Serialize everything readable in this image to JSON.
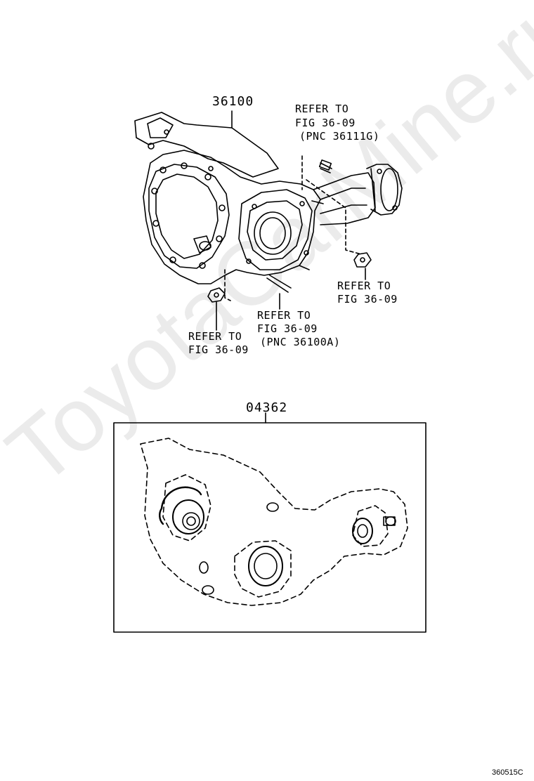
{
  "watermark": "ToyotaCarMine.ru",
  "parts": {
    "main_assembly": "36100",
    "kit": "04362"
  },
  "refers": {
    "top": {
      "line1": "REFER TO",
      "line2": "FIG 36-09",
      "line3": "(PNC 36111G)"
    },
    "right": {
      "line1": "REFER TO",
      "line2": "FIG 36-09"
    },
    "center": {
      "line1": "REFER TO",
      "line2": "FIG 36-09",
      "line3": "(PNC 36100A)"
    },
    "left": {
      "line1": "REFER TO",
      "line2": "FIG 36-09"
    }
  },
  "illustration_code": "360515C"
}
